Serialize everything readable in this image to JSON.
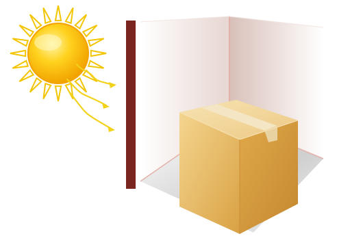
{
  "scene": {
    "subject": "",
    "objects": [
      {
        "name": "sun",
        "icon": "sun-icon"
      },
      {
        "name": "sun-rays",
        "icon": "wavy-arrow-icon",
        "count": 3
      },
      {
        "name": "barrier-wall",
        "icon": "wall-icon"
      },
      {
        "name": "room-corner",
        "icon": "room-icon"
      },
      {
        "name": "cardboard-box",
        "icon": "box-icon"
      }
    ],
    "colors": {
      "sun_core": "#F6B800",
      "sun_glow": "#FFE46A",
      "sun_outline": "#F2C500",
      "rays": "#F2D21A",
      "barrier": "#7B2521",
      "wall_left": "#F3ECE8",
      "wall_right": "#E6D2CC",
      "floor": "#C8C8C8",
      "box_front": "#E6B758",
      "box_side": "#D79D3C",
      "box_top": "#F1D296",
      "tape": "#F3E6C6"
    }
  }
}
